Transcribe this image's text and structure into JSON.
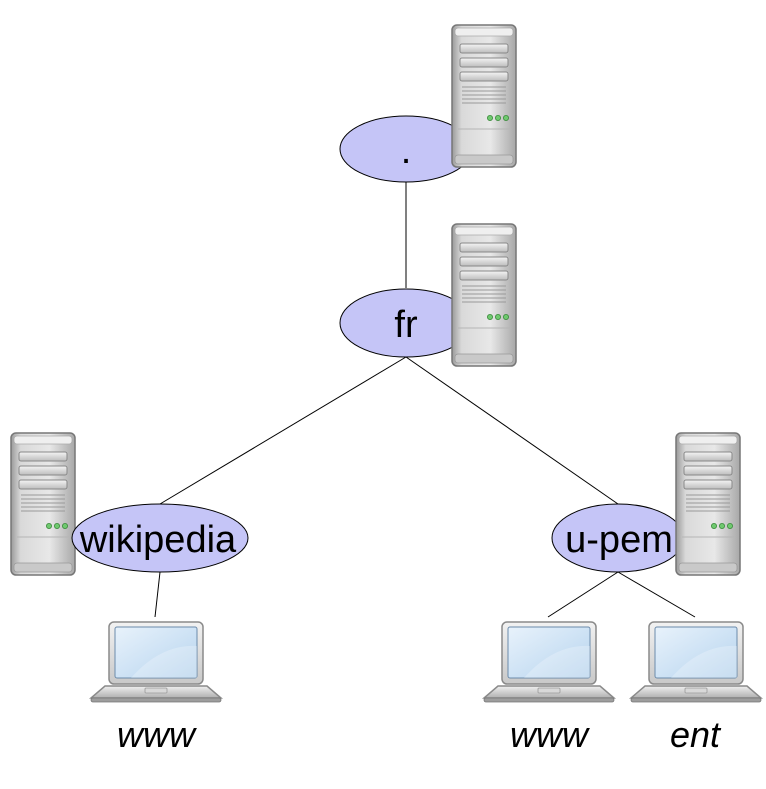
{
  "diagram": {
    "zones": {
      "root": ".",
      "tld": "fr",
      "wikipedia": "wikipedia",
      "upem": "u-pem"
    },
    "hosts": {
      "wiki_www": "www",
      "upem_www": "www",
      "upem_ent": "ent"
    },
    "colors": {
      "zone_fill": "#c5c5f7",
      "stroke": "#000000",
      "server_led": "#6fc96f",
      "laptop_screen": "#cfe3f5"
    }
  }
}
